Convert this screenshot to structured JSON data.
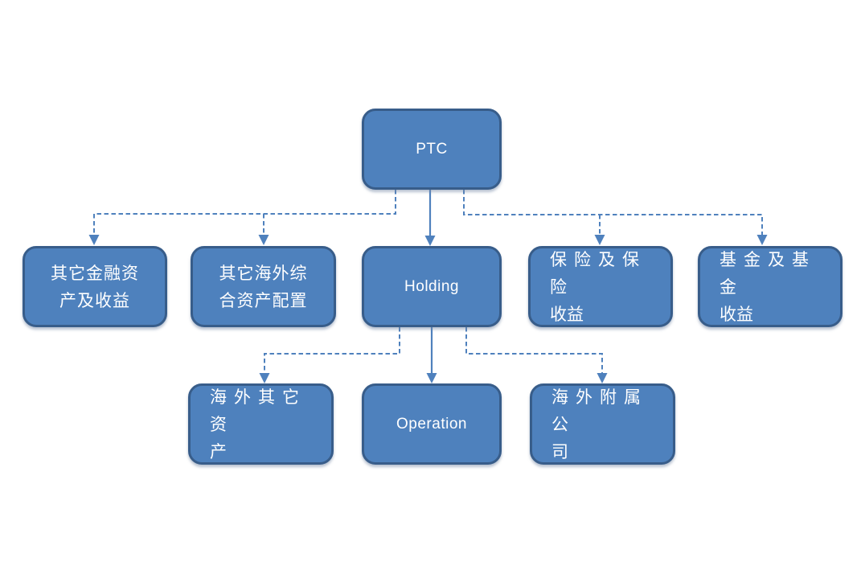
{
  "diagram": {
    "type": "org-chart",
    "background": "#ffffff",
    "palette": {
      "node_fill": "#4e81bd",
      "node_border": "#385d8a",
      "connector": "#4f81bd",
      "text": "#ffffff"
    },
    "nodes": {
      "ptc": {
        "label": "PTC"
      },
      "other_financial_assets": {
        "label": "其它金融资产及收益",
        "lines": [
          "其它金融资",
          "产及收益"
        ]
      },
      "other_overseas_allocation": {
        "label": "其它海外综合资产配置",
        "lines": [
          "其它海外综",
          "合资产配置"
        ]
      },
      "holding": {
        "label": "Holding"
      },
      "insurance_income": {
        "label": "保险及保险收益",
        "lines": [
          "保险及保险",
          "收益"
        ]
      },
      "fund_income": {
        "label": "基金及基金收益",
        "lines": [
          "基金及基金",
          "收益"
        ]
      },
      "overseas_other_assets": {
        "label": "海外其它资产",
        "lines": [
          "海外其它资",
          "产"
        ]
      },
      "operation": {
        "label": "Operation"
      },
      "overseas_subsidiaries": {
        "label": "海外附属公司",
        "lines": [
          "海外附属公",
          "司"
        ]
      }
    },
    "edges": [
      {
        "from": "ptc",
        "to": "other_financial_assets",
        "style": "dashed-arrow"
      },
      {
        "from": "ptc",
        "to": "other_overseas_allocation",
        "style": "dashed-arrow"
      },
      {
        "from": "ptc",
        "to": "holding",
        "style": "solid-arrow"
      },
      {
        "from": "ptc",
        "to": "insurance_income",
        "style": "dashed-arrow"
      },
      {
        "from": "ptc",
        "to": "fund_income",
        "style": "dashed-arrow"
      },
      {
        "from": "holding",
        "to": "overseas_other_assets",
        "style": "dashed-arrow"
      },
      {
        "from": "holding",
        "to": "operation",
        "style": "solid-arrow"
      },
      {
        "from": "holding",
        "to": "overseas_subsidiaries",
        "style": "dashed-arrow"
      }
    ]
  }
}
